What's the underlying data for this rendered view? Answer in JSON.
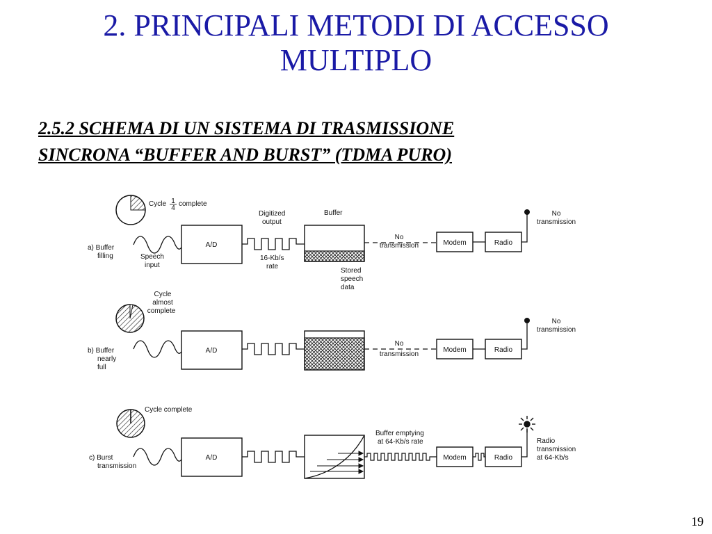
{
  "slide": {
    "title_line1": "2.  PRINCIPALI METODI DI ACCESSO",
    "title_line2": "MULTIPLO",
    "subtitle_line1": "2.5.2  SCHEMA DI UN SISTEMA DI TRASMISSIONE",
    "subtitle_line2": "SINCRONA “BUFFER AND BURST” (TDMA PURO)",
    "page_number": "19"
  },
  "diagram": {
    "rows": [
      {
        "id": "a",
        "label_line1": "a) Buffer",
        "label_line2": "filling",
        "label_line3": "",
        "cycle_label": "Cycle",
        "cycle_fraction_num": "1",
        "cycle_fraction_den": "4",
        "cycle_label_suffix": "complete",
        "speech_label_line1": "Speech",
        "speech_label_line2": "input",
        "ad_label": "A/D",
        "digitized_line1": "Digitized",
        "digitized_line2": "output",
        "rate_line1": "16-Kb/s",
        "rate_line2": "rate",
        "buffer_label": "Buffer",
        "stored_line1": "Stored",
        "stored_line2": "speech",
        "stored_line3": "data",
        "no_tx_line1": "No",
        "no_tx_line2": "transmission",
        "modem_label": "Modem",
        "radio_label": "Radio",
        "antenna_line1": "No",
        "antenna_line2": "transmission"
      },
      {
        "id": "b",
        "label_line1": "b) Buffer",
        "label_line2": "nearly",
        "label_line3": "full",
        "cycle_line1": "Cycle",
        "cycle_line2": "almost",
        "cycle_line3": "complete",
        "ad_label": "A/D",
        "no_tx_line1": "No",
        "no_tx_line2": "transmission",
        "modem_label": "Modem",
        "radio_label": "Radio",
        "antenna_line1": "No",
        "antenna_line2": "transmission"
      },
      {
        "id": "c",
        "label_line1": "c) Burst",
        "label_line2": "transmission",
        "cycle_line1": "Cycle complete",
        "ad_label": "A/D",
        "emptying_line1": "Buffer emptying",
        "emptying_line2": "at 64-Kb/s rate",
        "modem_label": "Modem",
        "radio_label": "Radio",
        "antenna_line1": "Radio",
        "antenna_line2": "transmission",
        "antenna_line3": "at 64-Kb/s"
      }
    ]
  }
}
